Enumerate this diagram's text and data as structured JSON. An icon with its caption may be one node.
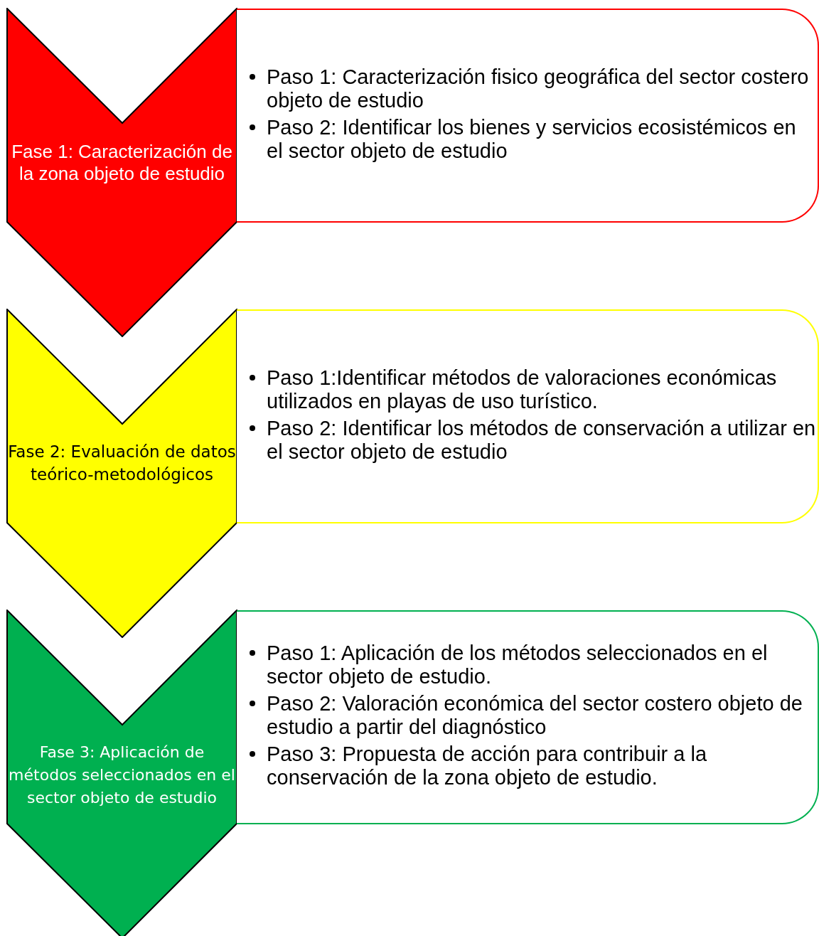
{
  "diagram": {
    "nodes": [
      {
        "text": [
          "Fase 1: Caracterización de la zona objeto de estudio"
        ]
      },
      {
        "text": [
          "Paso 1: Caracterización fisico geográfica del sector costero objeto de estudio",
          "Paso 2: Identificar los bienes y servicios ecosistémicos en el sector objeto de estudio"
        ]
      },
      {
        "text": [
          "Fase 2: Evaluación de datos teórico-metodológicos"
        ]
      },
      {
        "text": [
          "Paso 1:Identificar métodos de valoraciones económicas utilizados en playas de uso turístico.",
          "Paso 2: Identificar los métodos de conservación a utilizar en el sector objeto de estudio"
        ]
      },
      {
        "text": [
          "Fase 3: Aplicación de métodos seleccionados en el sector objeto de estudio"
        ]
      },
      {
        "text": [
          "Paso 1: Aplicación de los métodos seleccionados en el sector objeto de estudio.",
          "Paso 2: Valoración económica del sector  costero objeto de estudio a partir del diagnóstico",
          "Paso 3: Propuesta de acción para contribuir a la conservación de la zona objeto de estudio."
        ]
      }
    ]
  }
}
